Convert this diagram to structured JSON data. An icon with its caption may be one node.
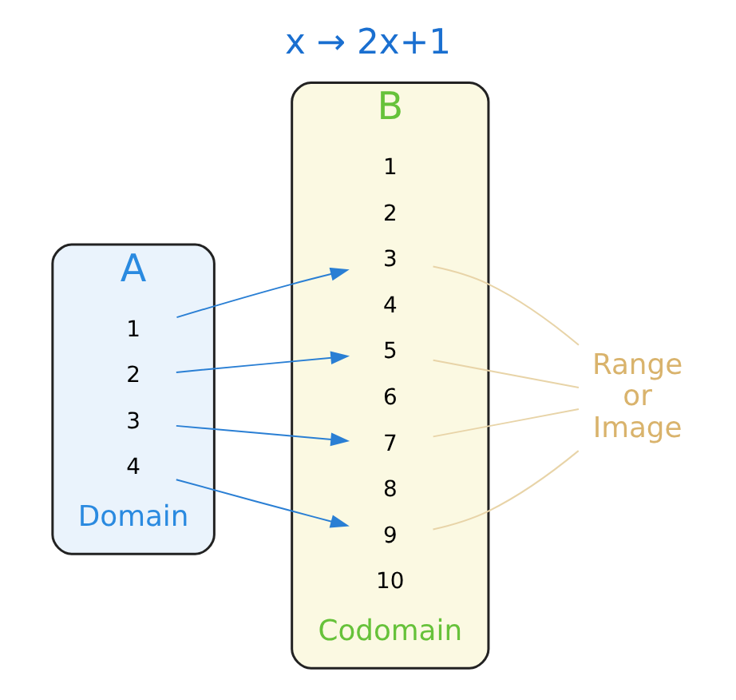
{
  "diagram": {
    "title": "x → 2x+1",
    "nodes": [
      {
        "text": [
          "A"
        ],
        "beside": [
          "Domain"
        ]
      },
      {
        "text": [
          "1"
        ],
        "in": 0
      },
      {
        "text": [
          "2"
        ],
        "in": 0
      },
      {
        "text": [
          "3"
        ],
        "in": 0
      },
      {
        "text": [
          "4"
        ],
        "in": 0
      },
      {
        "text": [
          "B"
        ],
        "beside": [
          "Codomain"
        ]
      },
      {
        "text": [
          "1"
        ],
        "in": 5
      },
      {
        "text": [
          "2"
        ],
        "in": 5
      },
      {
        "text": [
          "3"
        ],
        "in": 5
      },
      {
        "text": [
          "4"
        ],
        "in": 5
      },
      {
        "text": [
          "5"
        ],
        "in": 5
      },
      {
        "text": [
          "6"
        ],
        "in": 5
      },
      {
        "text": [
          "7"
        ],
        "in": 5
      },
      {
        "text": [
          "8"
        ],
        "in": 5
      },
      {
        "text": [
          "9"
        ],
        "in": 5
      },
      {
        "text": [
          "10"
        ],
        "in": 5
      },
      {
        "text": [
          "Range or Image"
        ]
      }
    ],
    "edges": [
      {
        "from": 1,
        "to": 8,
        "arrow": "to",
        "color": "#2a7fd4"
      },
      {
        "from": 2,
        "to": 10,
        "arrow": "to",
        "color": "#2a7fd4"
      },
      {
        "from": 3,
        "to": 12,
        "arrow": "to",
        "color": "#2a7fd4"
      },
      {
        "from": 4,
        "to": 14,
        "arrow": "to",
        "color": "#2a7fd4"
      },
      {
        "from": 16,
        "to": 8,
        "arrow": "none",
        "color": "#e8d4a8"
      },
      {
        "from": 16,
        "to": 10,
        "arrow": "none",
        "color": "#e8d4a8"
      },
      {
        "from": 16,
        "to": 12,
        "arrow": "none",
        "color": "#e8d4a8"
      },
      {
        "from": 16,
        "to": 14,
        "arrow": "none",
        "color": "#e8d4a8"
      }
    ]
  }
}
